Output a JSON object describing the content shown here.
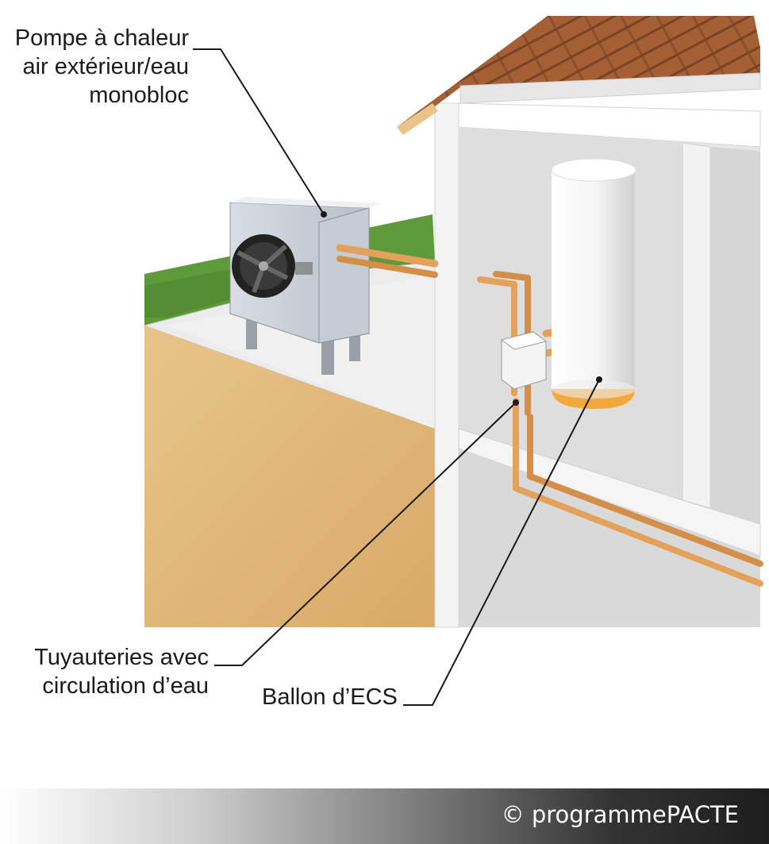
{
  "labels": {
    "heat_pump": [
      "Pompe à chaleur",
      "air extérieur/eau",
      "monobloc"
    ],
    "pipes": [
      "Tuyauteries avec",
      "circulation d’eau"
    ],
    "tank": "Ballon d’ECS"
  },
  "footer": {
    "copyright": "© programmePACTE"
  },
  "colors": {
    "ground": "#e3b97a",
    "grass": "#5f9a3a",
    "wall": "#e9e9e9",
    "roof": "#b06a3a",
    "copper": "#e3a15c",
    "tank": "#f3f3f3",
    "tank_base": "#f2a93b",
    "leader_line": "#1a1a1a"
  }
}
